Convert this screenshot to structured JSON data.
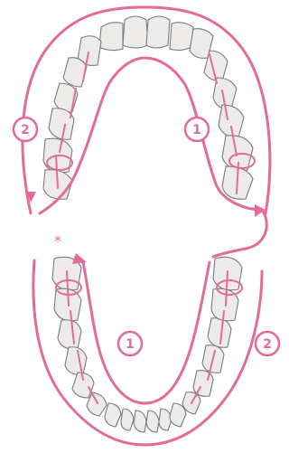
{
  "diagram": {
    "badges": {
      "upper_outer": "2",
      "upper_inner": "1",
      "lower_inner": "1",
      "lower_outer": "2"
    },
    "start_marker": "*"
  },
  "colors": {
    "path": "#e46a9a",
    "tooth_fill": "#ecebea",
    "tooth_outline": "#7a7a7a"
  }
}
